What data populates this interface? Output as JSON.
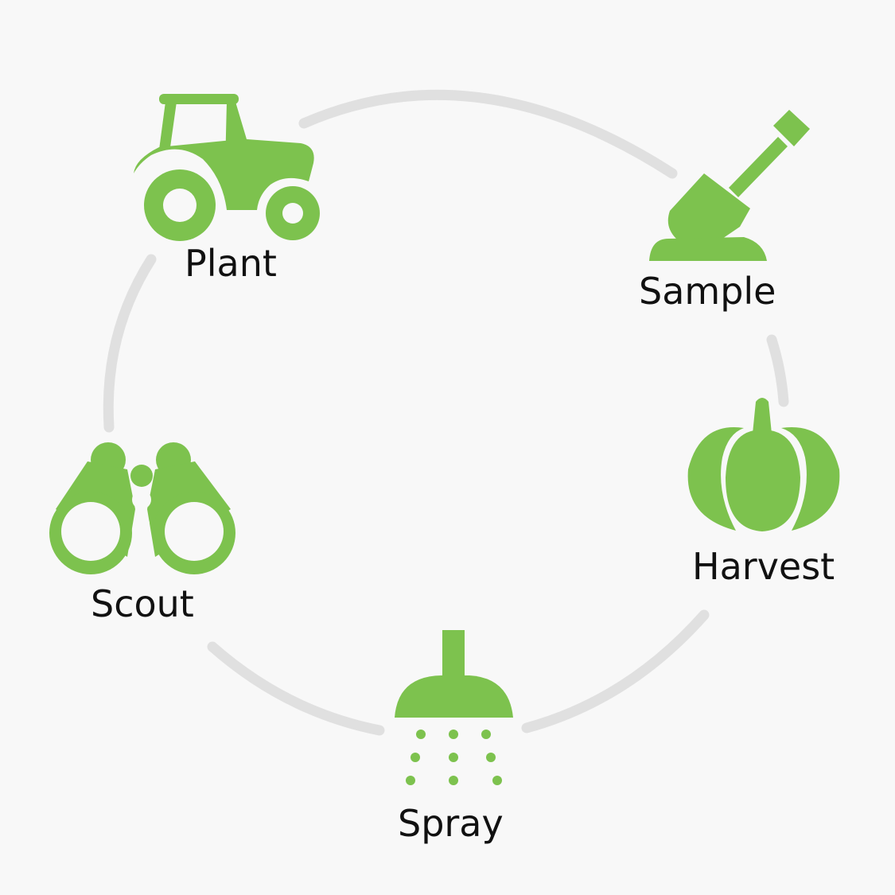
{
  "colors": {
    "accent": "#7dc24e",
    "connector": "#e0e0e0",
    "background": "#f8f8f8"
  },
  "stages": [
    {
      "label": "Plant",
      "icon": "tractor-icon"
    },
    {
      "label": "Sample",
      "icon": "shovel-icon"
    },
    {
      "label": "Harvest",
      "icon": "pumpkin-icon"
    },
    {
      "label": "Spray",
      "icon": "sprayer-icon"
    },
    {
      "label": "Scout",
      "icon": "binoculars-icon"
    }
  ]
}
